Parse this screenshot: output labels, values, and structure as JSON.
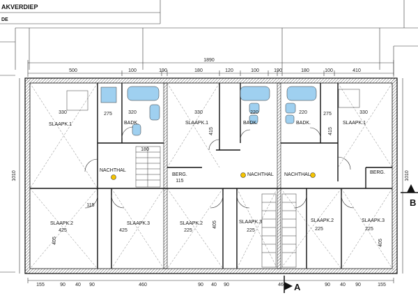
{
  "street": {
    "line1": "AKVERDIEP",
    "line2": "DE"
  },
  "overall_dimension": "1890",
  "top_dimensions": [
    "500",
    "100",
    "190",
    "180",
    "120",
    "100",
    "190",
    "180",
    "100",
    "410"
  ],
  "rooms": {
    "slaapk1_left": "SLAAPK.1",
    "slaapk1_mid": "SLAAPK.1",
    "slaapk1_right": "SLAAPK.1",
    "badk_left": "BADK.",
    "badk_mid": "BADK.",
    "badk_right": "BADK.",
    "nachthal_left": "NACHTHAL",
    "nachthal_mid": "NACHTHAL",
    "nachthal_right": "NACHTHAL",
    "berg_left": "BERG.",
    "berg_right": "BERG.",
    "slaapk2_a": "SLAAPK.2",
    "slaapk3_a": "SLAAPK.3",
    "slaapk2_b": "SLAAPK.2",
    "slaapk3_b": "SLAAPK.3",
    "slaapk2_c": "SLAAPK.2",
    "slaapk3_c": "SLAAPK.3"
  },
  "inner_dimensions": {
    "d330a": "330",
    "d320": "320",
    "d330b": "330",
    "d220a": "220",
    "d220b": "220",
    "d330c": "330",
    "d275a": "275",
    "d275b": "275",
    "d180": "180",
    "d115a": "115",
    "d115b": "115",
    "d425a": "425",
    "d425b": "425",
    "d225a": "225",
    "d225b": "225",
    "d225c": "225",
    "d225d": "225",
    "d405a": "405",
    "d405b": "405",
    "d415a": "415",
    "d415b": "415",
    "d405c": "405"
  },
  "side_dimension": "1010",
  "side_dimension_right": "1010",
  "bottom_dimensions": [
    "155",
    "90",
    "40",
    "90",
    "460",
    "90",
    "40",
    "90",
    "460",
    "90",
    "40",
    "90",
    "155"
  ],
  "section_marks": {
    "a": "A",
    "b": "B"
  }
}
